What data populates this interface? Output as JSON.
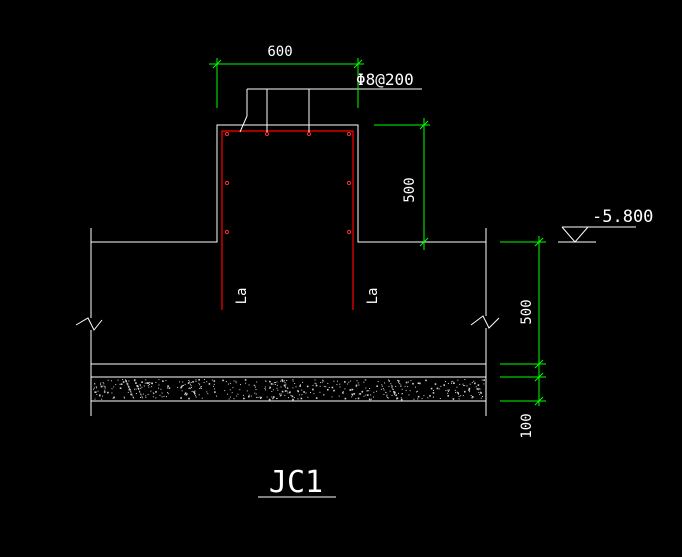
{
  "drawing": {
    "title": "JC1",
    "elevation": "-5.800",
    "rebar_spec": "Φ8@200"
  },
  "dimensions": {
    "top_width": "600",
    "pedestal_height": "500",
    "footing_height": "500",
    "base_thickness": "100"
  },
  "annotations": {
    "anchorage_left": "La",
    "anchorage_right": "La"
  },
  "colors": {
    "background": "#000000",
    "outline": "#ffffff",
    "dimension": "#00ff00",
    "rebar": "#ff0000",
    "stirrup_dots": "#ff3030"
  }
}
